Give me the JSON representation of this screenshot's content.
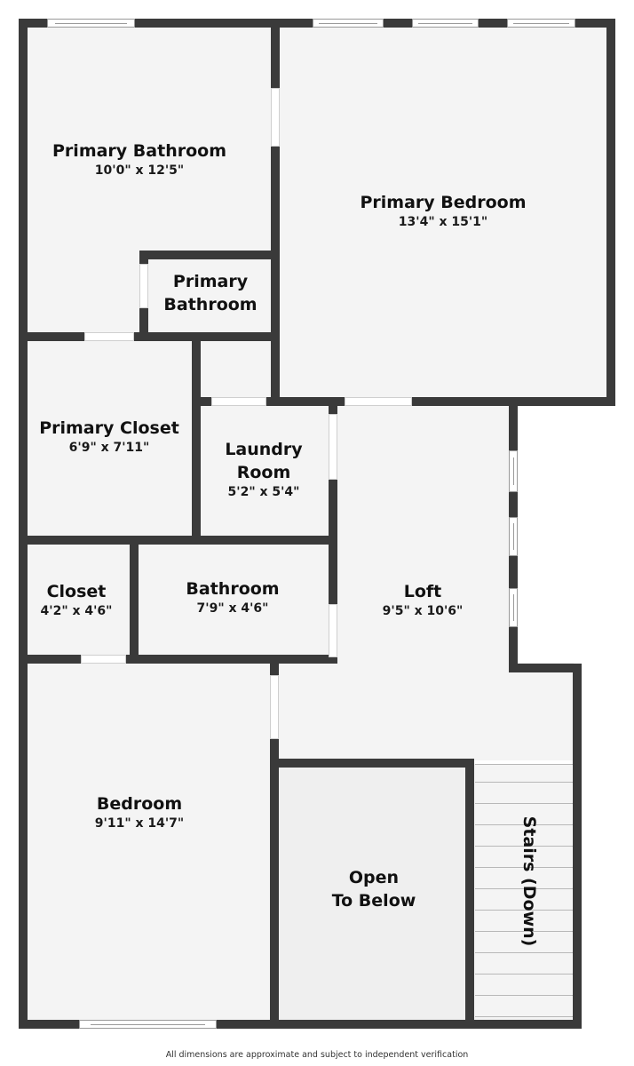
{
  "floor_plan": {
    "rooms": [
      {
        "id": "primary-bathroom",
        "name": "Primary Bathroom",
        "dimensions": "10'0\" x 12'5\""
      },
      {
        "id": "primary-bedroom",
        "name": "Primary Bedroom",
        "dimensions": "13'4\" x 15'1\""
      },
      {
        "id": "primary-bathroom-small",
        "name_line1": "Primary",
        "name_line2": "Bathroom"
      },
      {
        "id": "primary-closet",
        "name": "Primary Closet",
        "dimensions": "6'9\" x 7'11\""
      },
      {
        "id": "laundry-room",
        "name_line1": "Laundry",
        "name_line2": "Room",
        "dimensions": "5'2\" x 5'4\""
      },
      {
        "id": "closet",
        "name": "Closet",
        "dimensions": "4'2\" x 4'6\""
      },
      {
        "id": "bathroom",
        "name": "Bathroom",
        "dimensions": "7'9\" x 4'6\""
      },
      {
        "id": "loft",
        "name": "Loft",
        "dimensions": "9'5\" x 10'6\""
      },
      {
        "id": "bedroom",
        "name": "Bedroom",
        "dimensions": "9'11\" x 14'7\""
      },
      {
        "id": "open-to-below",
        "name_line1": "Open",
        "name_line2": "To Below"
      },
      {
        "id": "stairs",
        "name": "Stairs (Down)"
      }
    ],
    "footer": "All dimensions are approximate and subject to independent verification",
    "colors": {
      "wall": "#3a3a3a",
      "floor": "#f4f4f4",
      "open_area": "#efefef",
      "background": "#ffffff"
    }
  }
}
